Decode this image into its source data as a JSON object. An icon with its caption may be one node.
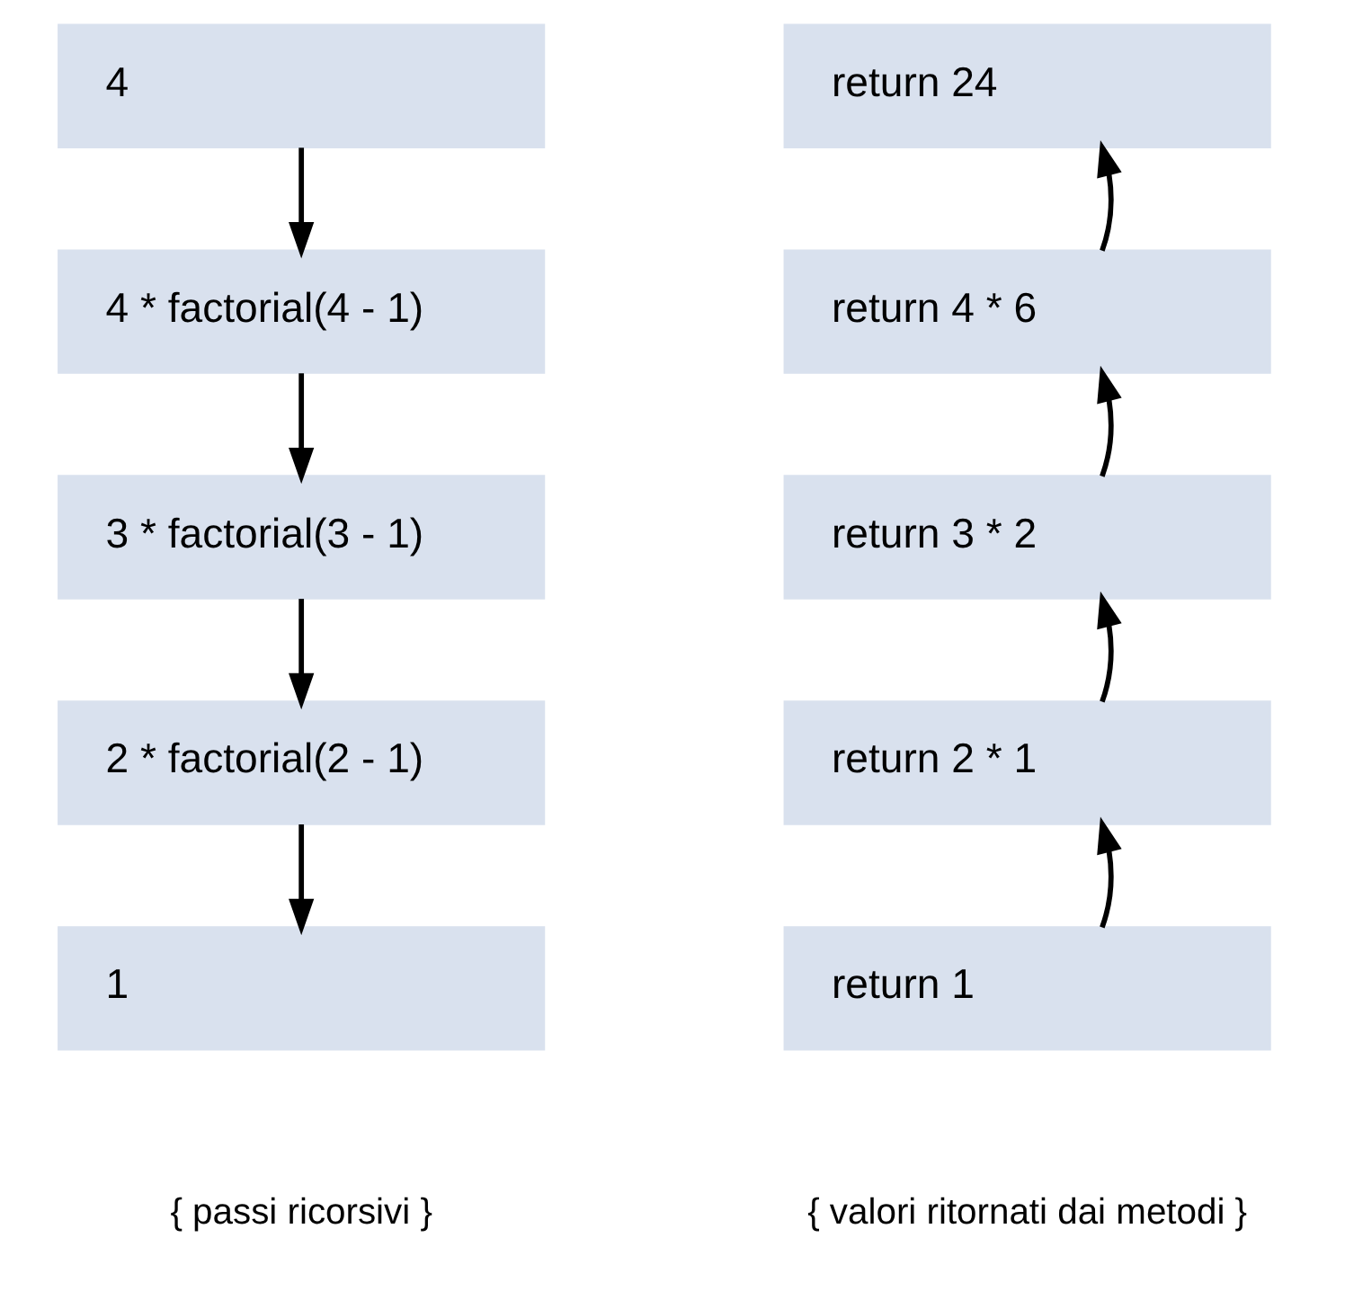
{
  "diagram": {
    "nodes": [
      {
        "text": [
          "4"
        ]
      },
      {
        "text": [
          "4 * factorial(4 - 1)"
        ]
      },
      {
        "text": [
          "3 * factorial(3 - 1)"
        ]
      },
      {
        "text": [
          "2 * factorial(2 - 1)"
        ]
      },
      {
        "text": [
          "1"
        ]
      },
      {
        "text": [
          "return 24"
        ]
      },
      {
        "text": [
          "return 4 * 6"
        ]
      },
      {
        "text": [
          "return 3 * 2"
        ]
      },
      {
        "text": [
          "return 2 * 1"
        ]
      },
      {
        "text": [
          "return 1"
        ]
      }
    ],
    "edges": [
      {
        "from": 0,
        "to": 1,
        "arrow": "to"
      },
      {
        "from": 1,
        "to": 2,
        "arrow": "to"
      },
      {
        "from": 2,
        "to": 3,
        "arrow": "to"
      },
      {
        "from": 3,
        "to": 4,
        "arrow": "to"
      },
      {
        "from": 9,
        "to": 8,
        "arrow": "to"
      },
      {
        "from": 8,
        "to": 7,
        "arrow": "to"
      },
      {
        "from": 7,
        "to": 6,
        "arrow": "to"
      },
      {
        "from": 6,
        "to": 5,
        "arrow": "to"
      }
    ],
    "labels": [
      "{ passi ricorsivi }",
      "{ valori ritornati dai metodi }"
    ]
  }
}
